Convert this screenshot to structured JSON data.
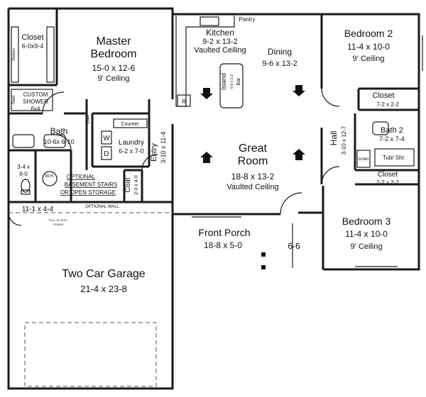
{
  "rooms": {
    "closet_master": {
      "name": "Closet",
      "dims": "6-0x9-4"
    },
    "shelves": "Shelves",
    "master": {
      "name_1": "Master",
      "name_2": "Bedroom",
      "dims": "15-0 x 12-6",
      "note": "9' Ceiling"
    },
    "kitchen": {
      "name": "Kitchen",
      "dims": "9-2 x 13-2",
      "note": "Vaulted Ceiling"
    },
    "pantry": "Pantry",
    "island": {
      "name": "Island",
      "dims": "6-6 x 3-2",
      "bar": "Bar"
    },
    "dining": {
      "name": "Dining",
      "dims": "9-6 x 13-2"
    },
    "bedroom2": {
      "name": "Bedroom 2",
      "dims": "11-4 x 10-0",
      "note": "9' Ceiling"
    },
    "closet_b2": {
      "name": "Closet",
      "dims": "7-2 x 2-2"
    },
    "seat": "Seat",
    "shower": {
      "name_1": "CUSTOM",
      "name_2": "SHOWER",
      "dims": "6x4"
    },
    "linen_small": "Linen",
    "counter": "Counter",
    "bath": {
      "name": "Bath",
      "dims": "10-6x 6-10"
    },
    "laundry": {
      "name": "Laundry",
      "dims": "6-2 x 7-0",
      "w": "W",
      "d": "D"
    },
    "entry": {
      "name": "Entry",
      "dims": "3-10 x 11-4"
    },
    "great": {
      "name_1": "Great",
      "name_2": "Room",
      "dims": "18-8 x 13-2",
      "note": "Vaulted Ceiling"
    },
    "hall": {
      "name": "Hall",
      "dims": "3-10 x 12-7"
    },
    "bath2": {
      "name": "Bath 2",
      "dims": "7-2 x 7-4",
      "tub": "Tub/ Shr.",
      "linen": "Linen"
    },
    "closet_b3": {
      "name": "Closet",
      "dims": "7-2 x 2-2"
    },
    "small_closet": {
      "dims_1": "3-4 x",
      "dims_2": "6-0"
    },
    "wh": "W.H.",
    "basement_1": "OPTIONAL",
    "basement_2": "BASEMENT STAIRS",
    "basement_3": "OR OPEN STORAGE",
    "coat": {
      "name": "Coat",
      "dims": "2-3 x 4-0"
    },
    "mud": {
      "dims": "11-1 x 4-4"
    },
    "optional_wall": "OPTIONAL WALL",
    "full_stairs_1": "FULL EXTENT",
    "full_stairs_2": "STAIRS",
    "porch": {
      "name": "Front Porch",
      "dims": "18-8 x 5-0",
      "depth": "6-6"
    },
    "bedroom3": {
      "name": "Bedroom 3",
      "dims": "11-4 x 10-0",
      "note": "9' Ceiling"
    },
    "garage": {
      "name": "Two Car Garage",
      "dims": "21-4 x 23-8"
    },
    "r_label": "R"
  }
}
